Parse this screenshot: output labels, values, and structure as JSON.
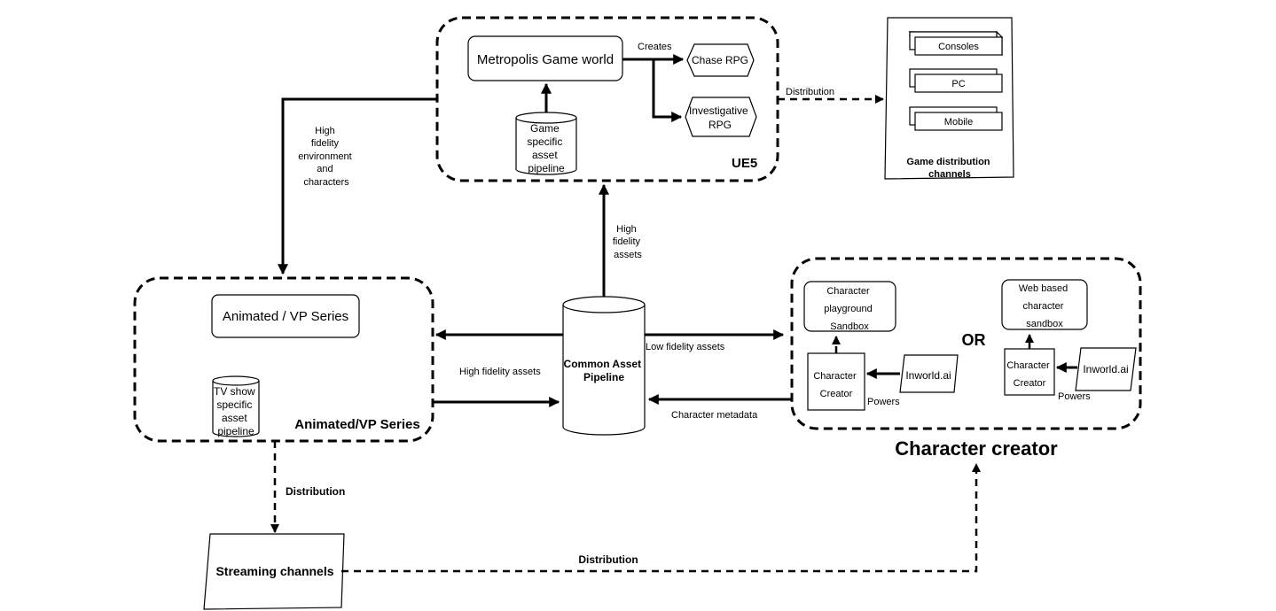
{
  "groups": {
    "ue5": "UE5",
    "animated_series": "Animated/VP Series",
    "character_creator": "Character creator"
  },
  "nodes": {
    "metropolis": "Metropolis Game world",
    "chase_rpg": "Chase RPG",
    "investigative_rpg": [
      "Investigative",
      "RPG"
    ],
    "game_pipeline": [
      "Game",
      "specific",
      "asset",
      "pipeline"
    ],
    "animated_vp": "Animated / VP Series",
    "tv_pipeline": [
      "TV show",
      "specific",
      "asset",
      "pipeline"
    ],
    "common_pipeline": [
      "Common Asset",
      "Pipeline"
    ],
    "playground": [
      "Character",
      "playground",
      "Sandbox"
    ],
    "web_sandbox": [
      "Web based",
      "character",
      "sandbox"
    ],
    "creator_left": [
      "Character",
      "Creator"
    ],
    "creator_right": [
      "Character",
      "Creator"
    ],
    "inworld_left": "Inworld.ai",
    "inworld_right": "Inworld.ai",
    "or_label": "OR",
    "streaming": "Streaming channels",
    "game_channels": {
      "items": [
        "Consoles",
        "PC",
        "Mobile"
      ],
      "caption": [
        "Game distribution",
        "channels"
      ]
    }
  },
  "edges": {
    "creates": "Creates",
    "distribution_game": "Distribution",
    "hf_env_chars": [
      "High",
      "fidelity",
      "environment",
      "and",
      "characters"
    ],
    "hf_assets_up": [
      "High",
      "fidelity",
      "assets"
    ],
    "hf_assets_left": "High fidelity assets",
    "low_fidelity": "Low fidelity assets",
    "char_metadata": "Character metadata",
    "powers_left": "Powers",
    "powers_right": "Powers",
    "distribution_series": "Distribution",
    "distribution_streaming": "Distribution"
  }
}
